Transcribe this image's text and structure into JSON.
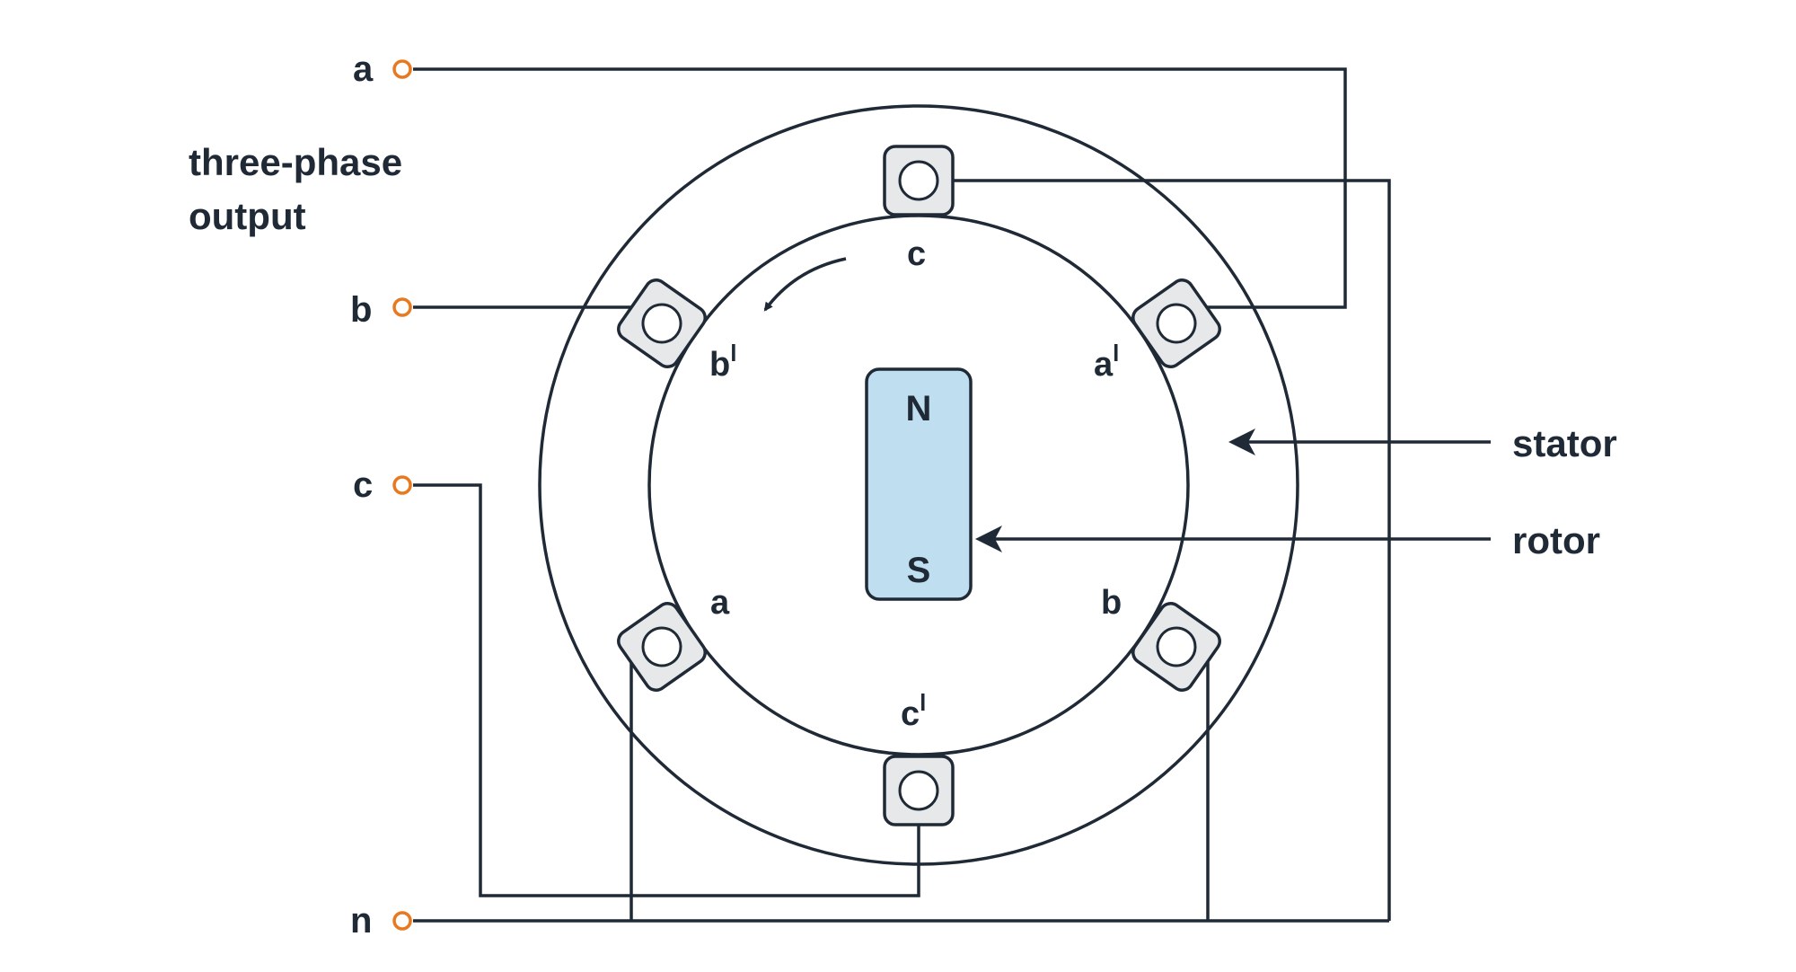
{
  "title": {
    "line1": "three-phase",
    "line2": "output"
  },
  "terminals": [
    {
      "id": "a",
      "label": "a"
    },
    {
      "id": "b",
      "label": "b"
    },
    {
      "id": "c",
      "label": "c"
    },
    {
      "id": "n",
      "label": "n"
    }
  ],
  "coils": {
    "c_top": {
      "label": "c",
      "prime": ""
    },
    "a_prime": {
      "label": "a",
      "prime": "l"
    },
    "b_prime": {
      "label": "b",
      "prime": "l"
    },
    "a_bottom": {
      "label": "a",
      "prime": ""
    },
    "b_bottom": {
      "label": "b",
      "prime": ""
    },
    "c_prime": {
      "label": "c",
      "prime": "l"
    }
  },
  "rotor_magnet": {
    "north": "N",
    "south": "S"
  },
  "callouts": {
    "stator": "stator",
    "rotor": "rotor"
  },
  "colors": {
    "line": "#1f2a36",
    "terminal": "#e8791e",
    "magnet_fill": "#bfdff0",
    "slot_fill": "#e6e8ea"
  }
}
